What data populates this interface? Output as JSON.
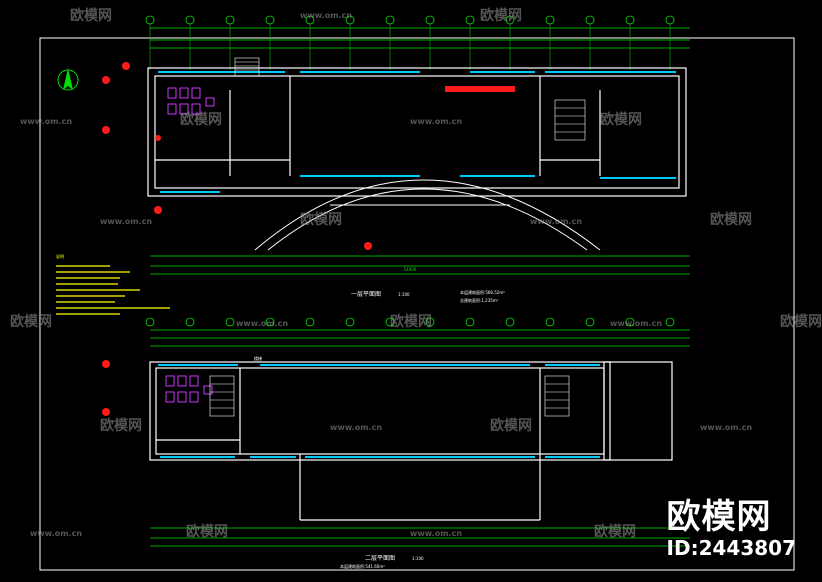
{
  "colors": {
    "background": "#000000",
    "wall": "#ffffff",
    "window": "#00c8ff",
    "dimension": "#00e000",
    "axis": "#00e000",
    "notes": "#ffff00",
    "fixture": "#cc33ff",
    "door": "#ffffff",
    "stamp": "#ff1a1a",
    "watermark": "#9a9a9a"
  },
  "watermark": {
    "brand": "欧模网",
    "site": "www.om.cn"
  },
  "plans": [
    {
      "title": "一层平面图",
      "scale": "1:100",
      "area_note": "本层建筑面积:566.52m²",
      "total_note": "总建筑面积:1,235m²"
    },
    {
      "title": "二层平面图",
      "scale": "1:100",
      "area_note": "本层建筑面积:541.60m²",
      "total_note": "本层建筑面积:541.60m²"
    }
  ],
  "overall_dim": "54000",
  "stair_label": "楼梯",
  "notes_title": "说明",
  "footer": {
    "brand": "欧模网",
    "id": "ID:2443807"
  }
}
